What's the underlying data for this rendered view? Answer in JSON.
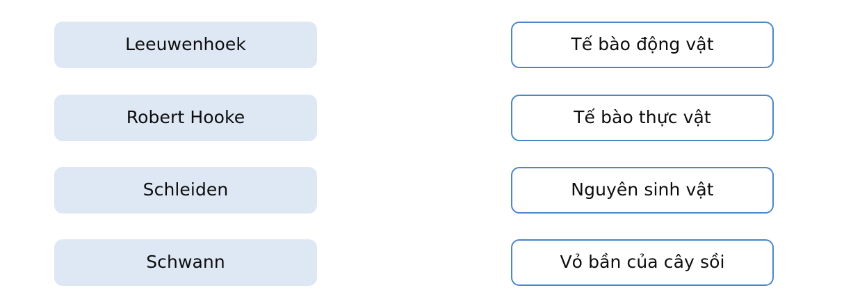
{
  "activity": {
    "type": "matching-pairs",
    "background_color": "#ffffff",
    "columns": [
      {
        "name": "terms",
        "style": {
          "fill": "#dee8f4",
          "border": "none",
          "text_color": "#0d0d0d"
        },
        "items": [
          {
            "label": "Leeuwenhoek"
          },
          {
            "label": "Robert Hooke"
          },
          {
            "label": "Schleiden"
          },
          {
            "label": "Schwann"
          }
        ]
      },
      {
        "name": "definitions",
        "style": {
          "fill": "#ffffff",
          "border": "#4a86c8",
          "text_color": "#0d0d0d"
        },
        "items": [
          {
            "label": "Tế bào động vật"
          },
          {
            "label": "Tế bào thực vật"
          },
          {
            "label": "Nguyên sinh vật"
          },
          {
            "label": "Vỏ bần của cây sồi"
          }
        ]
      }
    ]
  }
}
